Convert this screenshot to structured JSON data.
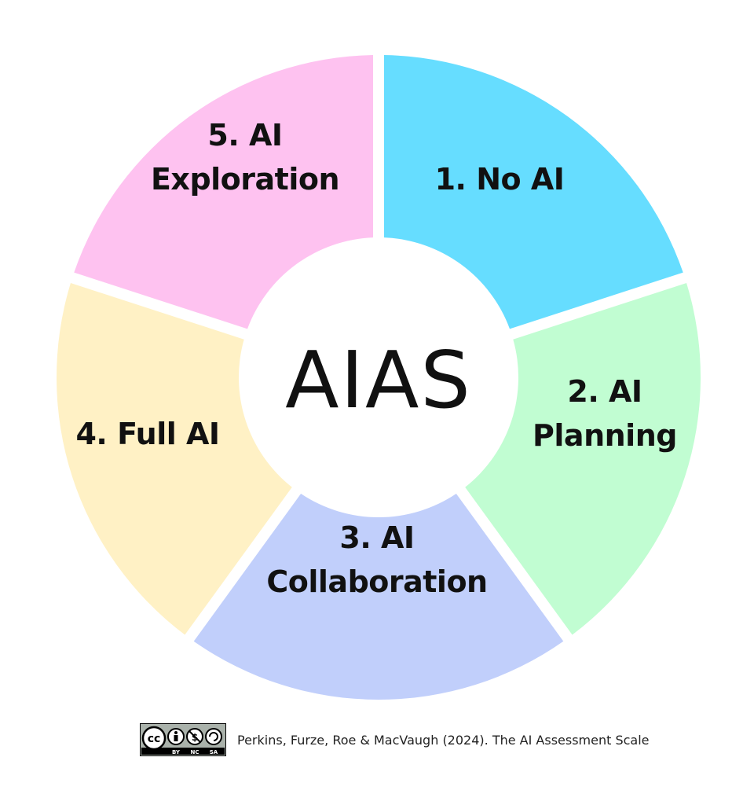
{
  "center_title": "AIAS",
  "segments": [
    {
      "lines": [
        "1. No AI"
      ],
      "color": "#66ddff"
    },
    {
      "lines": [
        "2. AI",
        "Planning"
      ],
      "color": "#c1fdd2"
    },
    {
      "lines": [
        "3. AI",
        "Collaboration"
      ],
      "color": "#c1cffb"
    },
    {
      "lines": [
        "4. Full AI"
      ],
      "color": "#fff1c5"
    },
    {
      "lines": [
        "5. AI",
        "Exploration"
      ],
      "color": "#fec2f0"
    }
  ],
  "license": {
    "icon": "cc-by-nc-sa-icon",
    "badge_text": "cc",
    "parts": [
      "BY",
      "NC",
      "SA"
    ]
  },
  "citation": "Perkins, Furze, Roe & MacVaugh (2024). The AI Assessment Scale"
}
